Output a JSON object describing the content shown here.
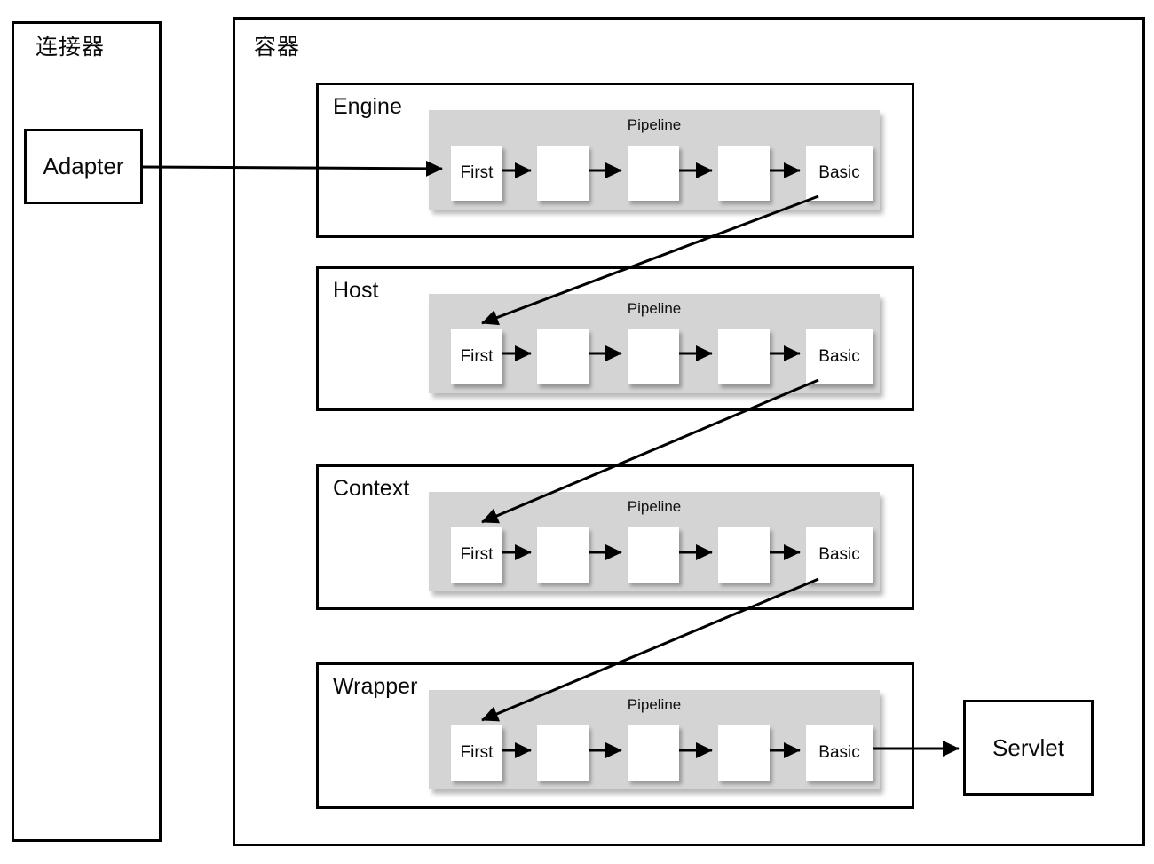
{
  "connector": {
    "label": "连接器",
    "adapter_label": "Adapter"
  },
  "container": {
    "label": "容器"
  },
  "sections": [
    {
      "label": "Engine",
      "pipeline_label": "Pipeline",
      "first_label": "First",
      "basic_label": "Basic"
    },
    {
      "label": "Host",
      "pipeline_label": "Pipeline",
      "first_label": "First",
      "basic_label": "Basic"
    },
    {
      "label": "Context",
      "pipeline_label": "Pipeline",
      "first_label": "First",
      "basic_label": "Basic"
    },
    {
      "label": "Wrapper",
      "pipeline_label": "Pipeline",
      "first_label": "First",
      "basic_label": "Basic"
    }
  ],
  "servlet": {
    "label": "Servlet"
  },
  "colors": {
    "pipeline_bg": "#d5d4d5",
    "line": "#000000",
    "background": "#ffffff"
  }
}
